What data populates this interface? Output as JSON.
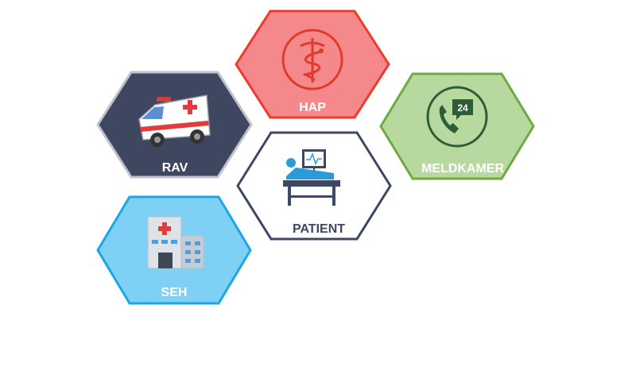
{
  "diagram": {
    "nodes": [
      {
        "id": "hap",
        "label": "HAP",
        "icon": "medical-caduceus-icon",
        "fill": "#f5888a",
        "stroke": "#ee3a2a",
        "label_color": "#ffffff"
      },
      {
        "id": "rav",
        "label": "RAV",
        "icon": "ambulance-icon",
        "fill": "#3f465f",
        "stroke": "#bfc2cc",
        "label_color": "#ffffff"
      },
      {
        "id": "meldkamer",
        "label": "MELDKAMER",
        "icon": "phone-24-icon",
        "fill": "#b7d99f",
        "stroke": "#6eaa3f",
        "label_color": "#ffffff"
      },
      {
        "id": "patient",
        "label": "PATIENT",
        "icon": "patient-bed-monitor-icon",
        "fill": "#ffffff",
        "stroke": "#3d4866",
        "label_color": "#3d4866"
      },
      {
        "id": "seh",
        "label": "SEH",
        "icon": "hospital-icon",
        "fill": "#7fd0f5",
        "stroke": "#1aa7e6",
        "label_color": "#ffffff"
      }
    ],
    "phone_badge": "24"
  }
}
